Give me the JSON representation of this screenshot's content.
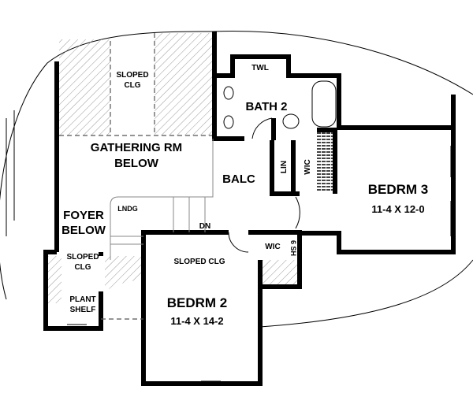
{
  "rooms": {
    "sloped_clg_top": [
      "SLOPED",
      "CLG"
    ],
    "gathering": [
      "GATHERING RM",
      "BELOW"
    ],
    "twl": "TWL",
    "bath2": "BATH 2",
    "balc": "BALC",
    "lin": "LIN",
    "wic_upper": "WIC",
    "bedrm3": {
      "name": "BEDRM 3",
      "size": "11-4 X 12-0"
    },
    "foyer": [
      "FOYER",
      "BELOW"
    ],
    "lndg": "LNDG",
    "dn": "DN",
    "sloped_clg_left": [
      "SLOPED",
      "CLG"
    ],
    "plant_shelf": [
      "PLANT",
      "SHELF"
    ],
    "sloped_clg_bed2": "SLOPED CLG",
    "bedrm2": {
      "name": "BEDRM 2",
      "size": "11-4 X 14-2"
    },
    "wic_lower": "WIC",
    "sh": "6 SH"
  }
}
